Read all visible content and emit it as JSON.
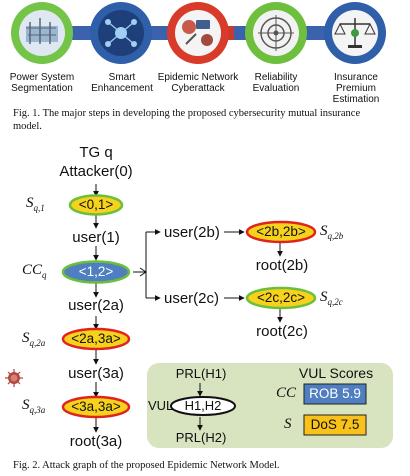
{
  "figure1": {
    "steps": [
      {
        "label": "Power System\nSegmentation",
        "color": "#74c447",
        "icon": "power-grid-icon"
      },
      {
        "label": "Smart\nEnhancement",
        "color": "#2f5fa8",
        "icon": "network-icon"
      },
      {
        "label": "Epidemic Network\nCyberattack",
        "color": "#d83b2a",
        "icon": "virus-icon"
      },
      {
        "label": "Reliability\nEvaluation",
        "color": "#6ebf3d",
        "icon": "target-icon"
      },
      {
        "label": "Insurance\nPremium\nEstimation",
        "color": "#2f5fa8",
        "icon": "scales-icon"
      }
    ],
    "caption": "Fig. 1. The major steps in developing the proposed cybersecurity mutual insurance model."
  },
  "figure2": {
    "header_line1": "TG q",
    "header_line2": "Attacker(0)",
    "nodes": {
      "user1": "user(1)",
      "user2a": "user(2a)",
      "user3a": "user(3a)",
      "root3a": "root(3a)",
      "user2b": "user(2b)",
      "root2b": "root(2b)",
      "user2c": "user(2c)",
      "root2c": "root(2c)"
    },
    "ovals": {
      "s_q1": "<0,1>",
      "cc_q": "<1,2>",
      "s_q2a": "<2a,3a>",
      "s_q3a": "<3a,3a>",
      "s_q2b": "<2b,2b>",
      "s_q2c": "<2c,2c>"
    },
    "state_labels": {
      "s_q1": {
        "main": "S",
        "sub": "q,1"
      },
      "cc_q": {
        "main": "CC",
        "sub": "q"
      },
      "s_q2a": {
        "main": "S",
        "sub": "q,2a"
      },
      "s_q3a": {
        "main": "S",
        "sub": "q,3a"
      },
      "s_q2b": {
        "main": "S",
        "sub": "q,2b"
      },
      "s_q2c": {
        "main": "S",
        "sub": "q,2c"
      }
    },
    "legend": {
      "prl_h1": "PRL(H1)",
      "prl_h2": "PRL(H2)",
      "vul": "VUL",
      "vul_oval": "H1,H2",
      "scores_title": "VUL Scores",
      "cc_label": "CC",
      "s_label": "S",
      "rob_score": "ROB 5.9",
      "dos_score": "DoS 7.5"
    },
    "caption": "Fig. 2. Attack graph of the proposed Epidemic Network Model."
  },
  "colors": {
    "yellow": "#f7d21c",
    "green_border": "#6cbf3a",
    "red_border": "#e0231c",
    "blue": "#4f7fc0",
    "legend_bg": "#d8e3bf",
    "orange_box": "#f8c21a"
  }
}
